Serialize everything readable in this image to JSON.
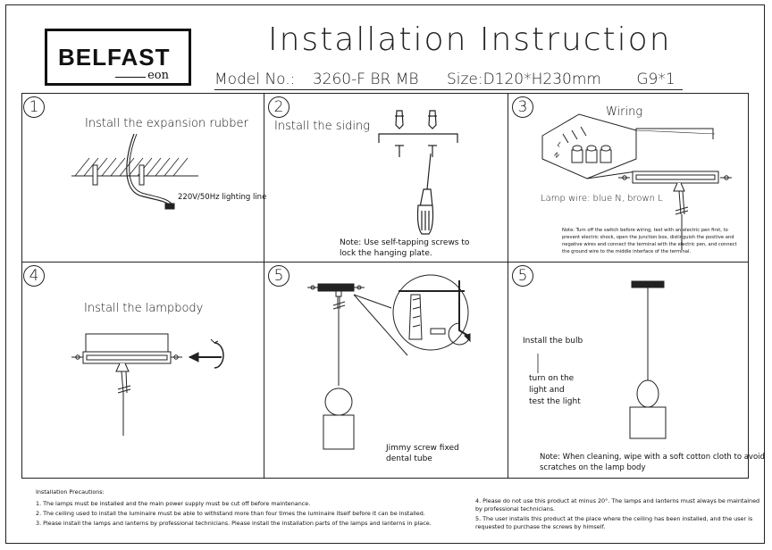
{
  "header": {
    "brand": "BELFAST",
    "brand_sub": "eon",
    "title": "Installation Instruction",
    "model_label": "Model No.:",
    "model_value": "3260-F BR MB",
    "size": "Size:D120*H230mm",
    "bulb": "G9*1"
  },
  "steps": [
    {
      "number": "1",
      "title": "Install the expansion rubber",
      "note": "220V/50Hz lighting line"
    },
    {
      "number": "2",
      "title": "Install the siding",
      "note_line1": "Note: Use self-tapping screws to",
      "note_line2": "lock the hanging plate."
    },
    {
      "number": "3",
      "title": "Wiring",
      "label": "Lamp wire: blue N, brown L",
      "wire_marks": [
        "L",
        "N"
      ],
      "note": "Note: Turn off the switch before wiring, test with an electric pen first, to prevent electric shock, open the junction box, distinguish the positive and negative wires and connect the terminal with the electric pen, and connect the ground wire to the middle interface of the terminal."
    },
    {
      "number": "4",
      "title": "Install the lampbody"
    },
    {
      "number": "5",
      "note_line1": "Jimmy screw fixed",
      "note_line2": "dental tube"
    },
    {
      "number": "5",
      "title": "Install the bulb",
      "line1": "turn on the",
      "line2": "light and",
      "line3": "test the light",
      "note_line1": "Note: When cleaning, wipe with a soft cotton cloth to avoid",
      "note_line2": "scratches on the lamp body"
    }
  ],
  "precautions": {
    "heading": "Installation Precautions:",
    "items": [
      "1. The lamps must be installed and the main power supply must be cut off before maintenance.",
      "2. The ceiling used to install the luminaire must be able to withstand more than four times the luminaire itself before it can be installed.",
      "3. Please install the lamps and lanterns by professional technicians. Please install the installation parts of the lamps and lanterns in place."
    ],
    "items_right": [
      "4. Please do not use this product at minus 20°. The lamps and lanterns must always be maintained",
      "by professional technicians.",
      "5. The user installs this product at the place where the ceiling has been installed, and the user is",
      "requested to purchase the screws by himself."
    ]
  }
}
